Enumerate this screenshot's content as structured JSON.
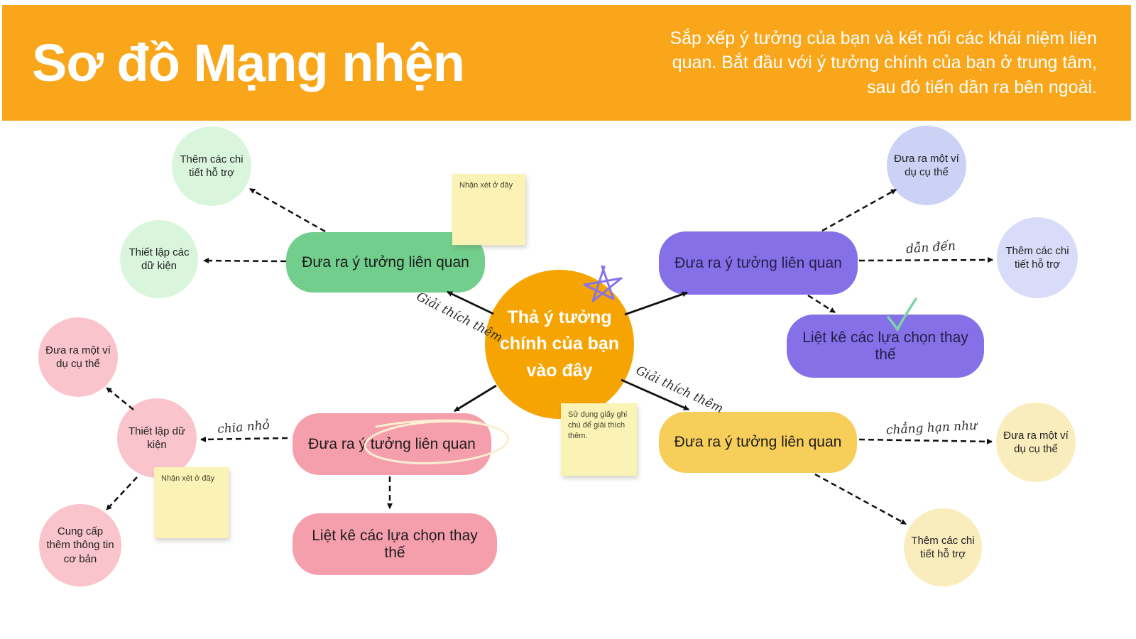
{
  "header": {
    "title": "Sơ đồ Mạng nhện",
    "description": "Sắp xếp ý tưởng của bạn và kết nối các khái niệm liên quan. Bắt đầu với ý tưởng chính của bạn ở trung tâm, sau đó tiến dần ra bên ngoài."
  },
  "center_node": {
    "label": "Thả ý tưởng chính của bạn vào đây"
  },
  "branches": {
    "top_left": {
      "idea": "Đưa ra ý tưởng liên quan",
      "detail_circle": "Thêm các chi tiết hỗ trợ",
      "facts_circle": "Thiết lập các dữ kiện"
    },
    "top_right": {
      "idea": "Đưa ra ý tưởng liên quan",
      "example_circle": "Đưa ra một ví dụ cụ thể",
      "detail_circle": "Thêm các chi tiết hỗ trợ",
      "alternatives": "Liệt kê các lựa chọn thay thế"
    },
    "bottom_left": {
      "idea": "Đưa ra ý tưởng liên quan",
      "example_circle": "Đưa ra một ví dụ cụ thể",
      "facts_circle": "Thiết lập dữ kiện",
      "background_circle": "Cung cấp thêm thông tin cơ bản",
      "alternatives": "Liệt kê các lựa chọn thay thế"
    },
    "bottom_right": {
      "idea": "Đưa ra ý tưởng liên quan",
      "example_circle": "Đưa ra một ví dụ cụ thể",
      "detail_circle": "Thêm các chi tiết hỗ trợ"
    }
  },
  "edge_labels": {
    "explain_left": "Giải thích thêm",
    "explain_right": "Giải thích thêm",
    "leads_to": "dẫn đến",
    "break_down": "chia nhỏ",
    "for_instance": "chẳng hạn như"
  },
  "sticky_notes": {
    "comment_top": "Nhận xét ở đây",
    "comment_bottom": "Nhận xét ở đây",
    "use_notes": "Sử dụng giấy ghi chú để giải thích thêm."
  },
  "colors": {
    "header_bg": "#F9A61B",
    "header_text": "#FFFFFF",
    "center_fill": "#F6A401",
    "green_fill": "#72CE8C",
    "green_light": "#D9F6DD",
    "purple_fill": "#8570E7",
    "purple_light": "#CCD2F6",
    "purple_light2": "#D8DCF8",
    "pink_fill": "#F59FAD",
    "pink_light": "#F9C4CC",
    "yellow_fill": "#F8CE5A",
    "cream_light": "#FAEDBD",
    "sticky_fill": "#FAF3B5",
    "arrow": "#111111",
    "star_doodle": "#8673EA",
    "check_doodle": "#7BD6A6",
    "scribble": "#FAEFD2"
  }
}
